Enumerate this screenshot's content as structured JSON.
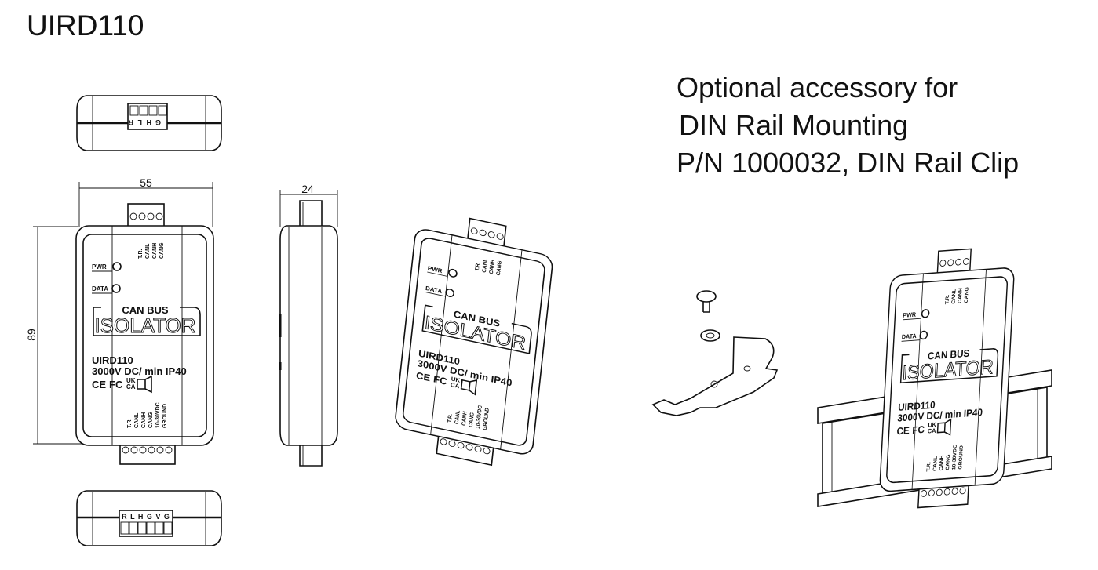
{
  "title": "UIRD110",
  "accessory": {
    "line1": "Optional accessory for",
    "line2": "DIN Rail Mounting",
    "line3": "P/N 1000032, DIN Rail Clip"
  },
  "dimensions": {
    "width": "55",
    "height": "89",
    "depth": "24"
  },
  "top_connector_letters": [
    "G",
    "H",
    "L",
    "R"
  ],
  "bottom_connector_letters": "R L H G V G",
  "panel": {
    "pwr": "PWR",
    "data": "DATA",
    "can_bus": "CAN BUS",
    "isolator": "ISOLATOR",
    "model": "UIRD110",
    "rating": "3000V DC/ min  IP40",
    "ce": "CE",
    "fc": "FC",
    "uk": "UK",
    "ca": "CA",
    "top_pins": [
      "T.R.",
      "CANL",
      "CANH",
      "CANG"
    ],
    "bottom_pins": [
      "T.R.",
      "CANL",
      "CANH",
      "CANG",
      "10-30VDC",
      "GROUND"
    ]
  }
}
